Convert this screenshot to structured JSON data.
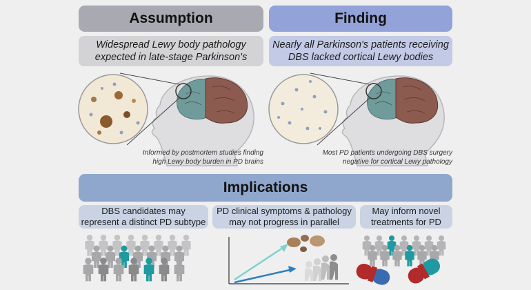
{
  "assumption": {
    "title": "Assumption",
    "text_line1": "Widespread Lewy body pathology",
    "text_line2": "expected in late-stage Parkinson's",
    "note_line1": "Informed by postmortem studies finding",
    "note_line2": "high Lewy body burden in PD brains"
  },
  "finding": {
    "title": "Finding",
    "text_line1": "Nearly all Parkinson's patients receiving",
    "text_line2": "DBS lacked cortical Lewy bodies",
    "note_line1": "Most PD patients undergoing DBS surgery",
    "note_line2": "negative for cortical Lewy pathology"
  },
  "implications": {
    "title": "Implications",
    "items": [
      {
        "line1": "DBS candidates may",
        "line2": "represent a distinct PD subtype"
      },
      {
        "line1": "PD clinical symptoms & pathology",
        "line2": "may not progress in parallel"
      },
      {
        "line1": "May inform novel",
        "line2": "treatments for PD"
      }
    ]
  },
  "colors": {
    "background": "#efefef",
    "assumption_header": "#a9a9b2",
    "finding_header": "#93a2d8",
    "text_box_gray": "#d3d3d6",
    "text_box_blue": "#c3cae6",
    "implications_header": "#8fa7cc",
    "implication_box": "#c9d3e3",
    "brain_teal": "#6f9b9b",
    "brain_brown": "#8c5a4e",
    "people_gray": "#a8a8aa",
    "people_teal": "#1e9aa0",
    "capsule_red": "#b22a2a",
    "capsule_blue": "#3a6ab0"
  }
}
